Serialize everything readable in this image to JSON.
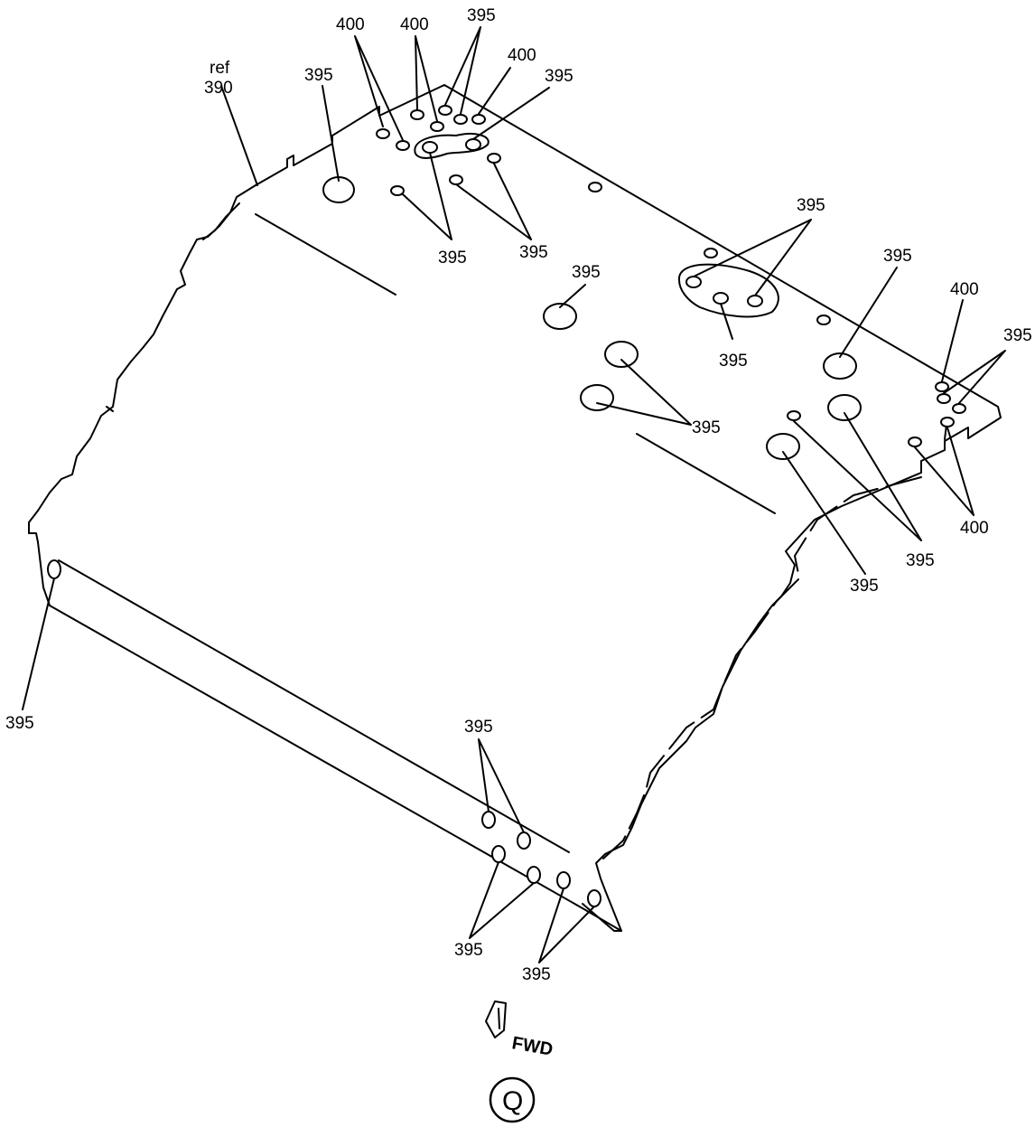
{
  "figure": {
    "ref_label": "ref",
    "ref_number": "390",
    "callouts": {
      "c395_a": "395",
      "c400_a": "400",
      "c400_b": "400",
      "c395_b": "395",
      "c400_c": "400",
      "c395_c": "395",
      "c395_d": "395",
      "c395_e": "395",
      "c395_f": "395",
      "c395_g": "395",
      "c395_h": "395",
      "c395_i": "395",
      "c400_d": "400",
      "c395_j": "395",
      "c395_k": "395",
      "c395_l": "395",
      "c395_m": "395",
      "c400_e": "400",
      "c395_n": "395",
      "c395_o": "395",
      "c395_p": "395",
      "c395_q": "395"
    },
    "direction_label": "FWD",
    "view_label": "Q"
  }
}
